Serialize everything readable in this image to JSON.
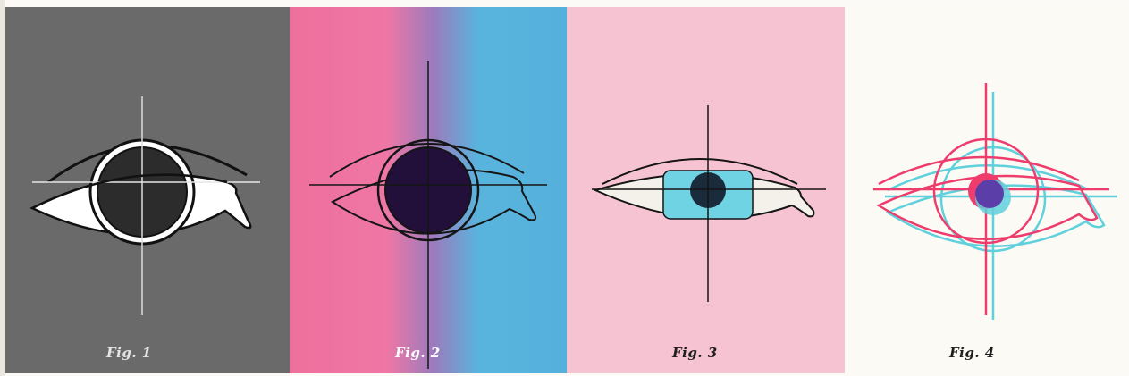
{
  "figures": [
    {
      "caption": "Fig. 1",
      "colors": {
        "background": "#6a6a6a",
        "iris": "#2a2a2a",
        "sclera": "#ffffff",
        "lines": "#111111"
      }
    },
    {
      "caption": "Fig. 2",
      "colors": {
        "background_left": "#ee6f9c",
        "background_right": "#55b0dc",
        "iris": "#22103a",
        "lines": "#151515"
      }
    },
    {
      "caption": "Fig. 3",
      "colors": {
        "background": "#f6c3d3",
        "iris": "#6fd3e4",
        "pupil": "#1a2b3c",
        "lines": "#151515"
      }
    },
    {
      "caption": "Fig. 4",
      "colors": {
        "background": "#fbfaf4",
        "red_outline": "#ee3d6d",
        "cyan_outline": "#5fd0dc",
        "pupil": "#5b3ea8"
      }
    }
  ],
  "icons": [
    "eye-diagram-icon",
    "crosshair-icon"
  ]
}
